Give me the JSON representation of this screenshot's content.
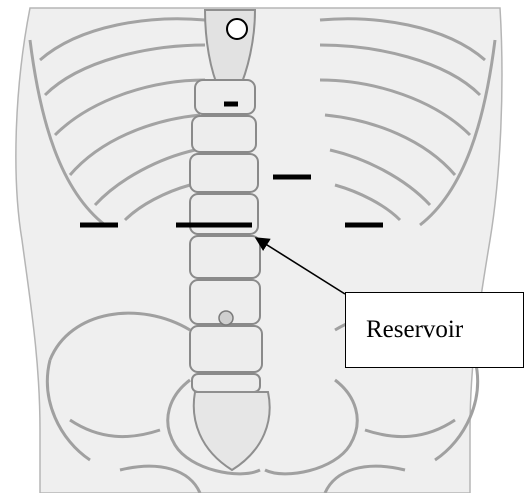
{
  "figure": {
    "description_markers": [
      "circle-marker",
      "marker-dash-small",
      "marker-dash-right",
      "marker-dash-left",
      "marker-dash-center",
      "marker-dash-far-right"
    ],
    "callout": {
      "label": "Reservoir"
    },
    "colors": {
      "bone_fill": "#ececec",
      "bone_outline": "#9a9a9a",
      "marker": "#000000",
      "background": "#ffffff"
    }
  }
}
